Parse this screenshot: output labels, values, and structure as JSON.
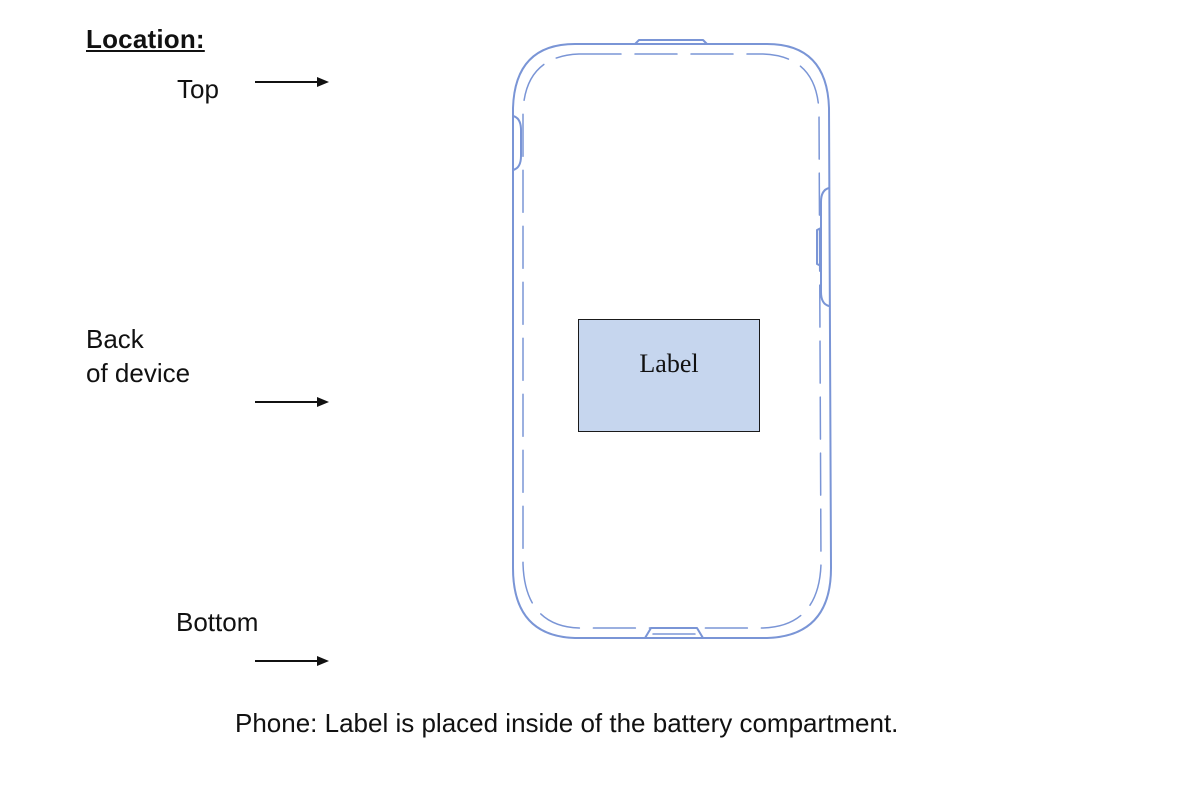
{
  "heading": "Location:",
  "positions": {
    "top": "Top",
    "back_line1": "Back",
    "back_line2": "of device",
    "bottom": "Bottom"
  },
  "label_box_text": "Label",
  "caption": "Phone: Label is placed inside of the battery compartment.",
  "colors": {
    "device_outline": "#7a95d6",
    "label_fill": "#c6d6ee",
    "text": "#111111"
  }
}
